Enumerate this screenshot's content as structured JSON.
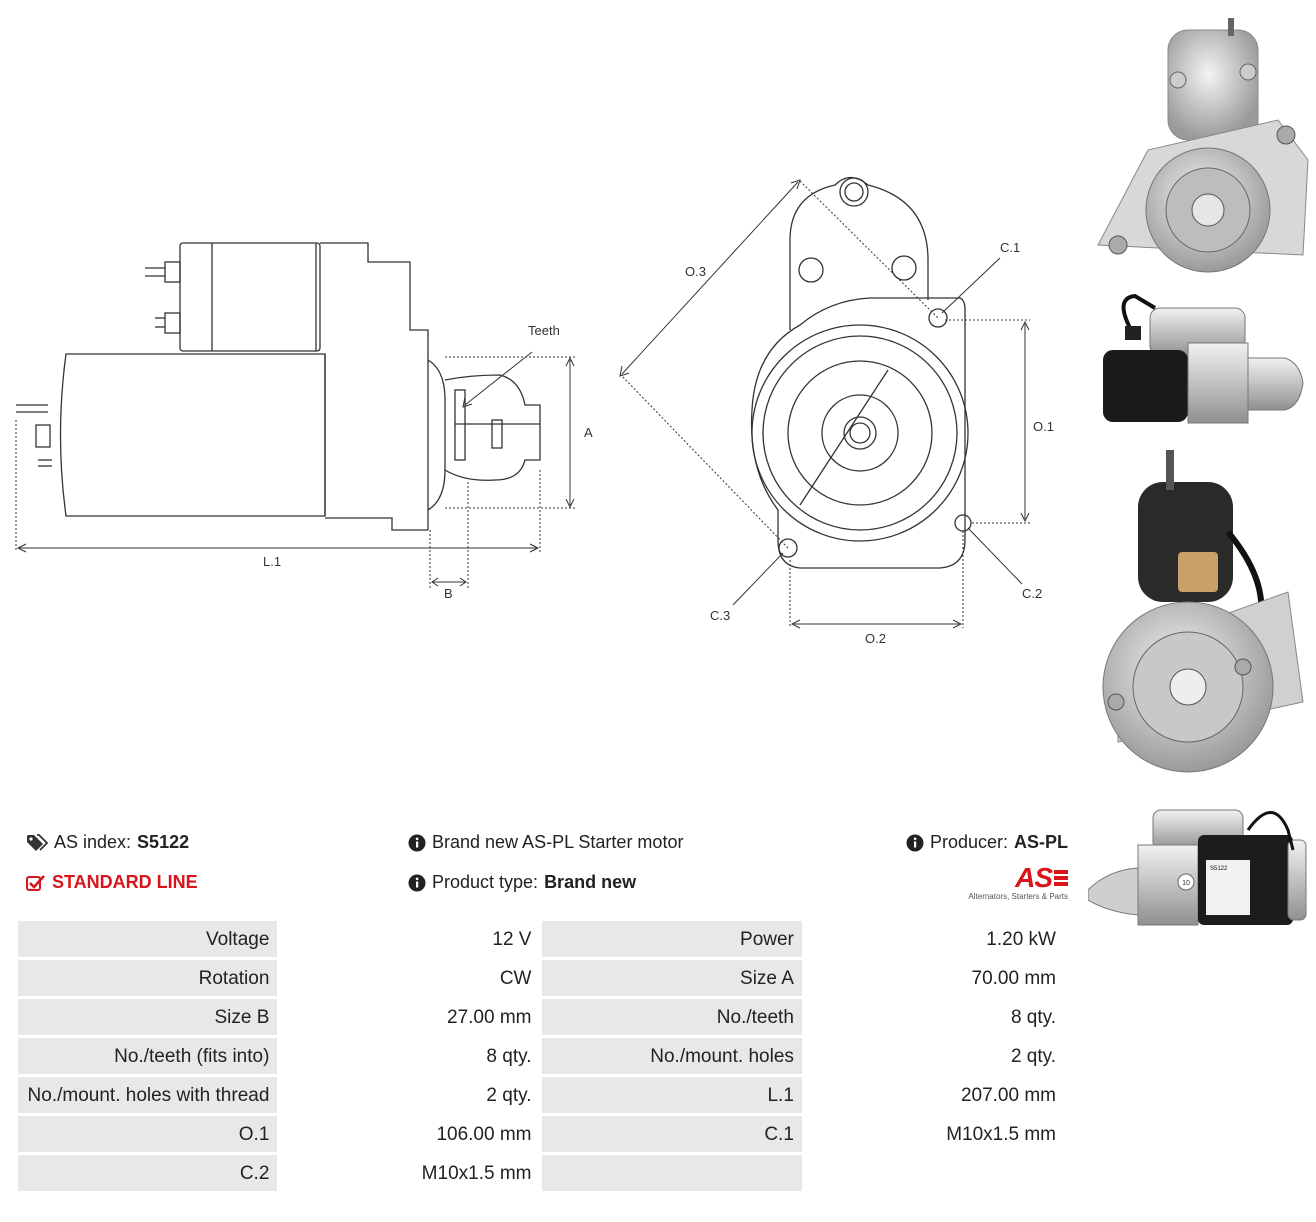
{
  "drawing_labels": {
    "teeth": "Teeth",
    "a": "A",
    "b": "B",
    "l1": "L.1",
    "o1": "O.1",
    "o2": "O.2",
    "o3": "O.3",
    "c1": "C.1",
    "c2": "C.2",
    "c3": "C.3"
  },
  "info": {
    "as_index_label": "AS index:",
    "as_index_value": "S5122",
    "line": "STANDARD LINE",
    "description": "Brand new AS-PL Starter motor",
    "product_type_label": "Product type:",
    "product_type_value": "Brand new",
    "producer_label": "Producer:",
    "producer_value": "AS-PL",
    "logo_text": "AS",
    "logo_tagline": "Alternators, Starters & Parts"
  },
  "photo_labels": {
    "badge": "10",
    "part_code": "S5122"
  },
  "colors": {
    "accent_red": "#d9141b",
    "label_cell": "#e8e8e8",
    "border": "#cccccc"
  },
  "specs": [
    [
      {
        "label": "Voltage",
        "value": "12 V"
      },
      {
        "label": "Power",
        "value": "1.20 kW"
      }
    ],
    [
      {
        "label": "Rotation",
        "value": "CW"
      },
      {
        "label": "Size A",
        "value": "70.00 mm"
      }
    ],
    [
      {
        "label": "Size B",
        "value": "27.00 mm"
      },
      {
        "label": "No./teeth",
        "value": "8 qty."
      }
    ],
    [
      {
        "label": "No./teeth (fits into)",
        "value": "8 qty."
      },
      {
        "label": "No./mount. holes",
        "value": "2 qty."
      }
    ],
    [
      {
        "label": "No./mount. holes with thread",
        "value": "2 qty."
      },
      {
        "label": "L.1",
        "value": "207.00 mm"
      }
    ],
    [
      {
        "label": "O.1",
        "value": "106.00 mm"
      },
      {
        "label": "C.1",
        "value": "M10x1.5 mm"
      }
    ],
    [
      {
        "label": "C.2",
        "value": "M10x1.5 mm"
      },
      {
        "label": "",
        "value": ""
      }
    ]
  ]
}
